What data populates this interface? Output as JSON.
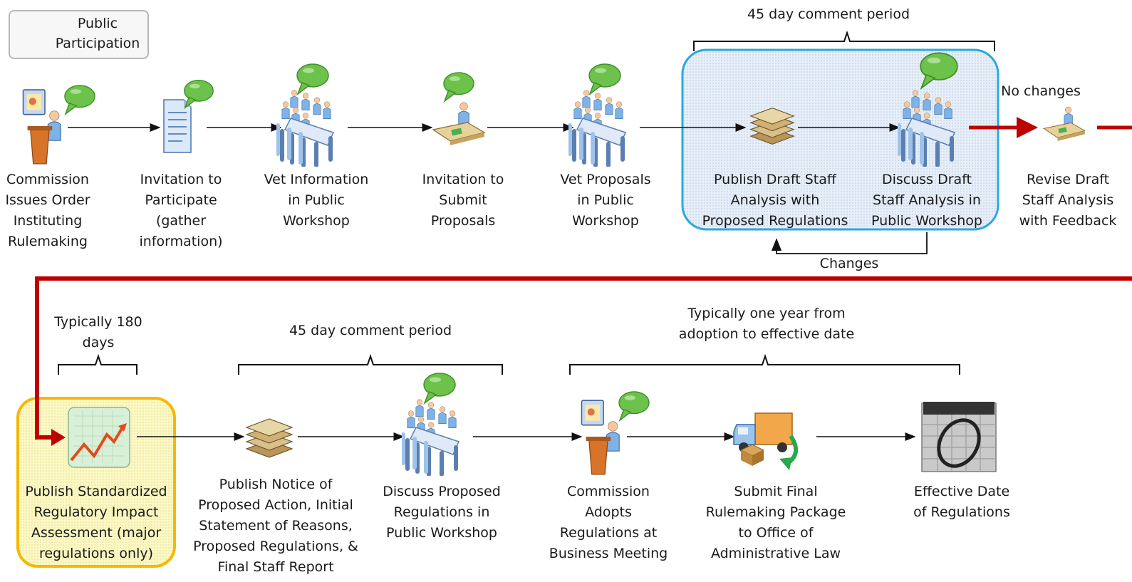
{
  "legend": {
    "label": "Public\nParticipation"
  },
  "row1": {
    "steps": [
      {
        "label": "Commission\nIssues Order\nInstituting\nRulemaking"
      },
      {
        "label": "Invitation to\nParticipate\n(gather\ninformation)"
      },
      {
        "label": "Vet Information\nin Public\nWorkshop"
      },
      {
        "label": "Invitation to\nSubmit\nProposals"
      },
      {
        "label": "Vet Proposals\nin Public\nWorkshop"
      },
      {
        "label": "Publish  Draft Staff\nAnalysis with\nProposed Regulations"
      },
      {
        "label": "Discuss Draft\nStaff Analysis in\nPublic Workshop"
      },
      {
        "label": "Revise Draft\nStaff Analysis\nwith Feedback"
      }
    ],
    "comment_period": "45 day comment period",
    "no_changes": "No changes",
    "changes": "Changes"
  },
  "row2": {
    "steps": [
      {
        "label": "Publish  Standardized\nRegulatory Impact\nAssessment (major\nregulations only)"
      },
      {
        "label": "Publish  Notice of\nProposed Action, Initial\nStatement of Reasons,\nProposed Regulations, &\nFinal Staff Report"
      },
      {
        "label": "Discuss Proposed\nRegulations in\nPublic Workshop"
      },
      {
        "label": "Commission\nAdopts\nRegulations at\nBusiness Meeting"
      },
      {
        "label": "Submit  Final\nRulemaking Package\nto Office of\nAdministrative Law"
      },
      {
        "label": "Effective Date\nof Regulations"
      }
    ],
    "typically_180": "Typically 180\ndays",
    "comment_period": "45 day comment period",
    "one_year": "Typically one year from\nadoption to effective date"
  },
  "colors": {
    "flow_red": "#c00000",
    "highlight_blue": "#29a8e0",
    "highlight_yellow": "#f5b800",
    "speech_green": "#6cc24a"
  }
}
